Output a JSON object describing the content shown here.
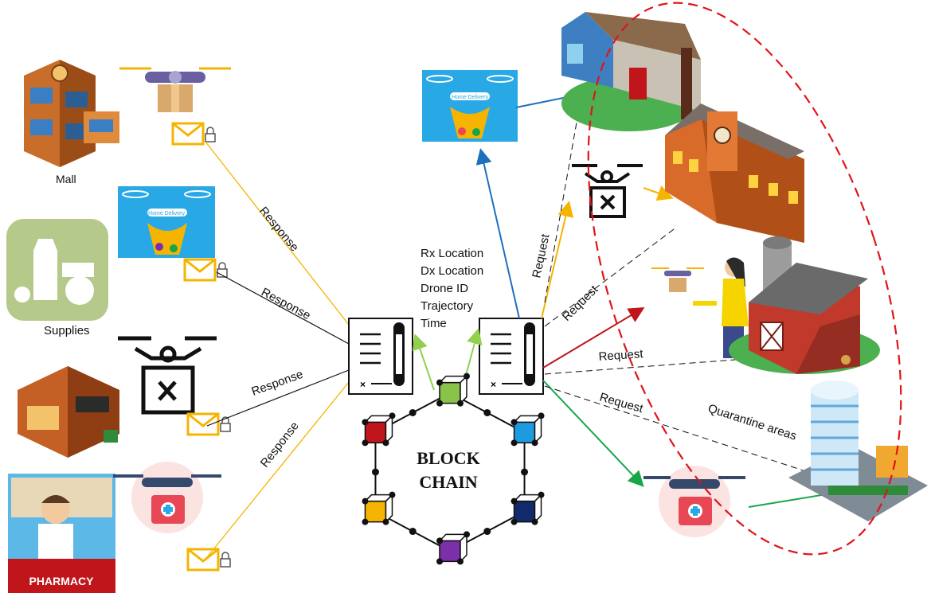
{
  "sources": {
    "mall": "Mall",
    "supplies": "Supplies",
    "pharmacy": "PHARMACY"
  },
  "response_label": "Response",
  "request_label": "Request",
  "home_delivery": "Home Delivery",
  "transaction_fields": [
    "Rx Location",
    "Dx Location",
    "Drone ID",
    "Trajectory",
    "Time"
  ],
  "blockchain": {
    "line1": "BLOCK",
    "line2": "CHAIN",
    "block_colors": [
      "#8bc34a",
      "#1e9be0",
      "#102a6b",
      "#7b2fa8",
      "#f5b400",
      "#c0161b"
    ]
  },
  "quarantine_label": "Quarantine areas",
  "colors": {
    "response_yellow": "#f5b400",
    "request_blue": "#1f6fbf",
    "request_yellow": "#f5b400",
    "request_red": "#c0161b",
    "request_green": "#18a54a",
    "quarantine_border": "#e0141b",
    "chain_green": "#92d050",
    "sky_blue": "#29a8e6",
    "supplies_green": "#b5c98a"
  }
}
